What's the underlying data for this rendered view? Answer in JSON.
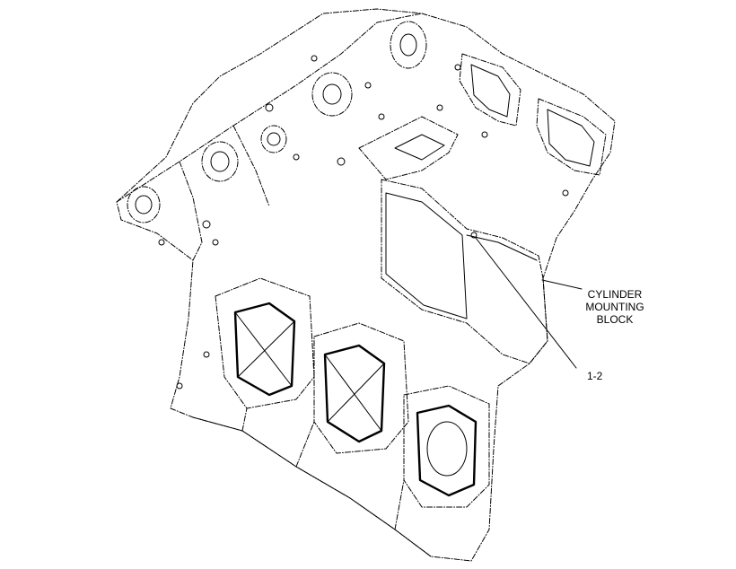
{
  "callouts": {
    "part_name_line1": "CYLINDER",
    "part_name_line2": "MOUNTING",
    "part_name_line3": "BLOCK",
    "reference": "1-2"
  },
  "colors": {
    "line": "#000000",
    "background": "#ffffff"
  }
}
